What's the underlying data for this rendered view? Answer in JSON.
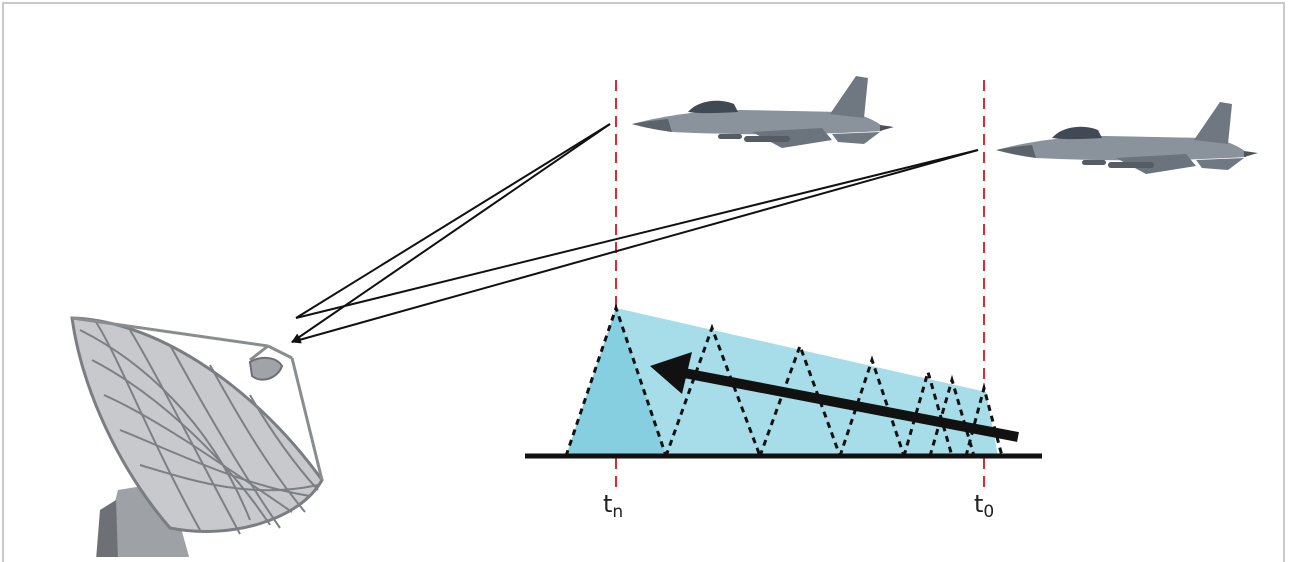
{
  "labels": {
    "t_n": {
      "base": "t",
      "sub": "n"
    },
    "t_0": {
      "base": "t",
      "sub": "0"
    }
  },
  "colors": {
    "envelope": "#a6dde9",
    "envelope_dark": "#86cfe0",
    "marker_line": "#e0282f",
    "pulse": "#111111",
    "ray": "#111111",
    "aircraft": "#7d8690",
    "dish": "#8a8d90"
  },
  "icons": {
    "aircraft": "fighter-jet-icon",
    "antenna": "radar-dish-icon"
  }
}
